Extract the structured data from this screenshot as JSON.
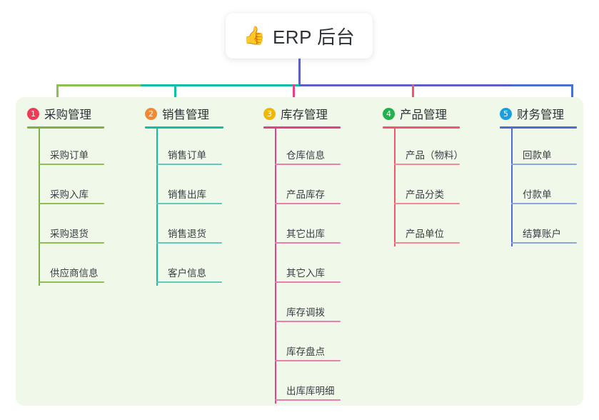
{
  "diagram": {
    "type": "mindmap-tree",
    "root": {
      "icon": "thumbs-up-icon",
      "emoji": "👍",
      "label": "ERP 后台"
    },
    "colors": {
      "panel_bg": "#eff8e9",
      "root_connector": "#5b5fc7",
      "bus": "#5b5fc7",
      "text": "#2f3338"
    },
    "branches": [
      {
        "number": "1",
        "label": "采购管理",
        "badge_color": "#ef3b56",
        "line_color": "#7cb342",
        "rule_color": "#8cc152",
        "items": [
          "采购订单",
          "采购入库",
          "采购退货",
          "供应商信息"
        ]
      },
      {
        "number": "2",
        "label": "销售管理",
        "badge_color": "#f08a35",
        "line_color": "#11bfa4",
        "rule_color": "#64c8bd",
        "items": [
          "销售订单",
          "销售出库",
          "销售退货",
          "客户信息"
        ]
      },
      {
        "number": "3",
        "label": "库存管理",
        "badge_color": "#f2b705",
        "line_color": "#e83e8c",
        "rule_color": "#e87fb0",
        "items": [
          "仓库信息",
          "产品库存",
          "其它出库",
          "其它入库",
          "库存调拨",
          "库存盘点",
          "出库库明细"
        ]
      },
      {
        "number": "4",
        "label": "产品管理",
        "badge_color": "#22b14c",
        "line_color": "#f1566a",
        "rule_color": "#f58a94",
        "items": [
          "产品（物料）",
          "产品分类",
          "产品单位"
        ]
      },
      {
        "number": "5",
        "label": "财务管理",
        "badge_color": "#1a9fe0",
        "line_color": "#4a6fd4",
        "rule_color": "#8aa6e0",
        "items": [
          "回款单",
          "付款单",
          "结算账户"
        ]
      }
    ]
  }
}
